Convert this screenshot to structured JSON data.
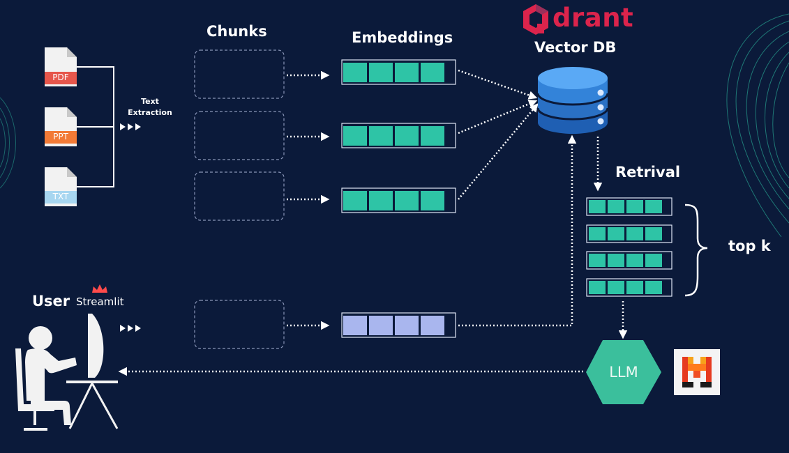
{
  "documents": [
    {
      "label": "PDF",
      "color": "#e6564b"
    },
    {
      "label": "PPT",
      "color": "#f27a36"
    },
    {
      "label": "TXT",
      "color": "#a7d6f0"
    }
  ],
  "text_extraction": {
    "line1": "Text",
    "line2": "Extraction"
  },
  "headings": {
    "chunks": "Chunks",
    "embeddings": "Embeddings",
    "vector_db": "Vector DB",
    "retrieval": "Retrival",
    "top_k": "top k",
    "user": "User",
    "streamlit": "Streamlit",
    "llm": "LLM"
  },
  "brand": {
    "qdrant_text": "drant",
    "qdrant_color": "#dc244c"
  },
  "colors": {
    "background": "#0b1a3a",
    "embedding_cell": "#2ec4a6",
    "query_cell": "#a9b6ee",
    "llm_hex": "#3bbf9c",
    "db_top": "#5aa9f5",
    "db_mid": "#3383d9",
    "db_bottom": "#1f5fb3"
  },
  "icons": {
    "user": "person-at-computer-icon",
    "streamlit": "crown-icon",
    "qdrant": "qdrant-logo-icon",
    "database": "database-icon",
    "mistral": "mistral-logo-icon"
  }
}
